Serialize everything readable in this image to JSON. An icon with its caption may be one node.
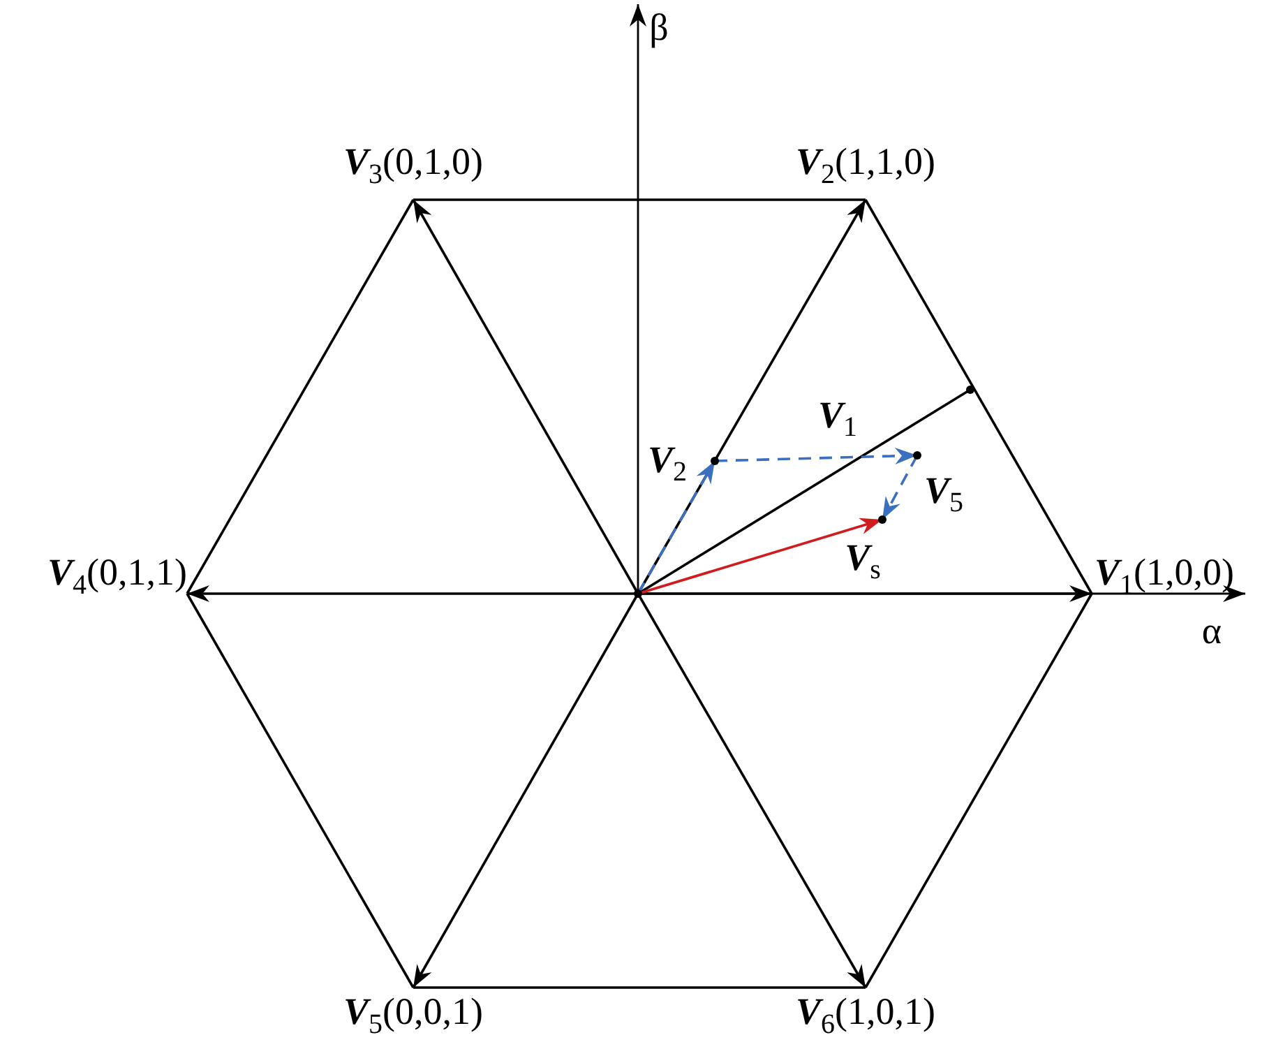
{
  "diagram": {
    "nodes": [
      {
        "text": [],
        "shape": "point"
      },
      {
        "text": [
          "**V**$_{1}$(1,0,0)"
        ]
      },
      {
        "text": [
          "**V**$_{2}$(1,1,0)"
        ]
      },
      {
        "text": [
          "**V**$_{3}$(0,1,0)"
        ]
      },
      {
        "text": [
          "**V**$_{4}$(0,1,1)"
        ]
      },
      {
        "text": [
          "**V**$_{5}$(0,0,1)"
        ]
      },
      {
        "text": [
          "**V**$_{6}$(1,0,1)"
        ]
      },
      {
        "text": [],
        "shape": "point"
      },
      {
        "text": [],
        "shape": "point"
      },
      {
        "text": [],
        "shape": "point"
      },
      {
        "text": [],
        "shape": "point"
      }
    ],
    "edges": [
      {
        "from": 0,
        "to": 1,
        "arrow": "to"
      },
      {
        "from": 0,
        "to": 2,
        "arrow": "to"
      },
      {
        "from": 0,
        "to": 3,
        "arrow": "to"
      },
      {
        "from": 0,
        "to": 4,
        "arrow": "to"
      },
      {
        "from": 0,
        "to": 5,
        "arrow": "to"
      },
      {
        "from": 0,
        "to": 6,
        "arrow": "to"
      },
      {
        "from": 1,
        "to": 2,
        "arrow": "none"
      },
      {
        "from": 2,
        "to": 3,
        "arrow": "none"
      },
      {
        "from": 3,
        "to": 4,
        "arrow": "none"
      },
      {
        "from": 4,
        "to": 5,
        "arrow": "none"
      },
      {
        "from": 5,
        "to": 6,
        "arrow": "none"
      },
      {
        "from": 6,
        "to": 1,
        "arrow": "none"
      },
      {
        "from": 0,
        "to": 10,
        "arrow": "none"
      },
      {
        "from": 0,
        "to": 7,
        "arrow": "to",
        "style": "dashed",
        "color": "#3b6fbf"
      },
      {
        "from": 7,
        "to": 8,
        "arrow": "to",
        "style": "dashed",
        "color": "#3b6fbf"
      },
      {
        "from": 8,
        "to": 9,
        "arrow": "to",
        "style": "dashed",
        "color": "#3b6fbf"
      },
      {
        "from": 0,
        "to": 9,
        "arrow": "to",
        "color": "#d01c1c"
      }
    ],
    "labels": [
      "β",
      "**V**$_{1}$",
      "**V**$_{2}$",
      "**V**$_{5}$",
      "**V**$_{s}$",
      "α"
    ]
  }
}
